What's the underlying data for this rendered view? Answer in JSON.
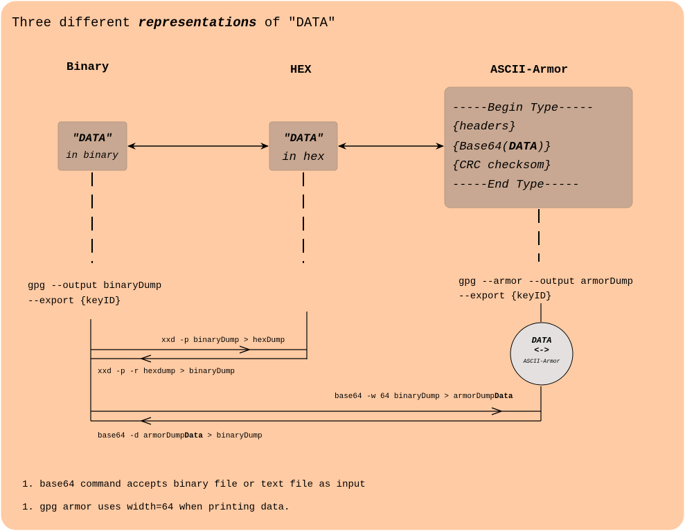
{
  "title": {
    "prefix": "Three different ",
    "emphasis": "representations",
    "suffix": " of \"DATA\""
  },
  "columns": {
    "binary": "Binary",
    "hex": "HEX",
    "armor": "ASCII-Armor"
  },
  "boxes": {
    "binary": {
      "main": "\"DATA\"",
      "sub": "in binary"
    },
    "hex": {
      "main": "\"DATA\"",
      "sub": "in hex"
    },
    "armor": {
      "line1": "-----Begin Type-----",
      "line2": "{headers}",
      "line3_prefix": "{Base64(",
      "line3_bold": "DATA",
      "line3_suffix": ")}",
      "line4": "{CRC checksom}",
      "line5": "-----End Type-----"
    }
  },
  "commands": {
    "binary_export_line1": "gpg --output binaryDump",
    "binary_export_line2": "--export {keyID}",
    "armor_export_line1": "gpg --armor --output armorDump",
    "armor_export_line2": "--export {keyID}",
    "to_hex": "xxd -p binaryDump > hexDump",
    "from_hex": "xxd -p -r hexdump > binaryDump",
    "to_armor_prefix": "base64 -w 64 binaryDump > armorDump",
    "to_armor_bold": "Data",
    "from_armor_prefix": "base64 -d armorDump",
    "from_armor_bold": "Data",
    "from_armor_suffix": " > binaryDump"
  },
  "circle": {
    "main": "DATA",
    "arrow": "<->",
    "sub": "ASCII-Armor"
  },
  "notes": [
    "1. base64 command accepts binary file or text file as input",
    "1. gpg armor uses width=64 when printing data."
  ],
  "colors": {
    "background": "#ffcba4",
    "box_fill": "#c8a892",
    "box_stroke": "#b89880",
    "circle_fill": "#e3e0df"
  }
}
